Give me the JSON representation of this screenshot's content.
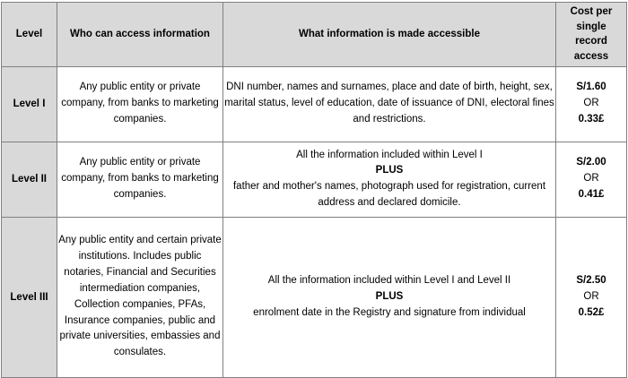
{
  "table": {
    "columns": [
      {
        "key": "level",
        "header": "Level"
      },
      {
        "key": "who",
        "header": "Who can access information"
      },
      {
        "key": "what",
        "header": "What information is made accessible"
      },
      {
        "key": "cost",
        "header": "Cost per single record access"
      }
    ],
    "header_cost_lines": [
      "Cost per",
      "single record",
      "access"
    ],
    "rows": [
      {
        "level": "Level I",
        "who": "Any public entity or private company, from banks to marketing companies.",
        "what_lines": [
          "DNI number, names and surnames, place and date of birth, height, sex, marital status, level of education, date of issuance of DNI, electoral fines and restrictions."
        ],
        "what_plus": "",
        "what_after": "",
        "cost_main": "S/1.60",
        "cost_or": "OR",
        "cost_alt": "0.33£"
      },
      {
        "level": "Level II",
        "who": "Any public entity or private company, from banks to marketing companies.",
        "what_lines": [
          "All the information included within Level I"
        ],
        "what_plus": "PLUS",
        "what_after": "father and mother's names, photograph used for registration, current address and declared domicile.",
        "cost_main": "S/2.00",
        "cost_or": "OR",
        "cost_alt": "0.41£"
      },
      {
        "level": "Level III",
        "who": "Any public entity and certain private institutions. Includes public notaries, Financial and Securities intermediation companies, Collection companies, PFAs, Insurance companies, public and private universities, embassies and consulates.",
        "what_lines": [
          "All the information included within Level I and Level II"
        ],
        "what_plus": "PLUS",
        "what_after": "enrolment date in the Registry and signature from individual",
        "cost_main": "S/2.50",
        "cost_or": "OR",
        "cost_alt": "0.52£"
      }
    ]
  },
  "colors": {
    "header_background": "#d9d9d9",
    "level_background": "#d9d9d9",
    "body_background": "#ffffff",
    "border": "#808080",
    "text": "#000000"
  }
}
